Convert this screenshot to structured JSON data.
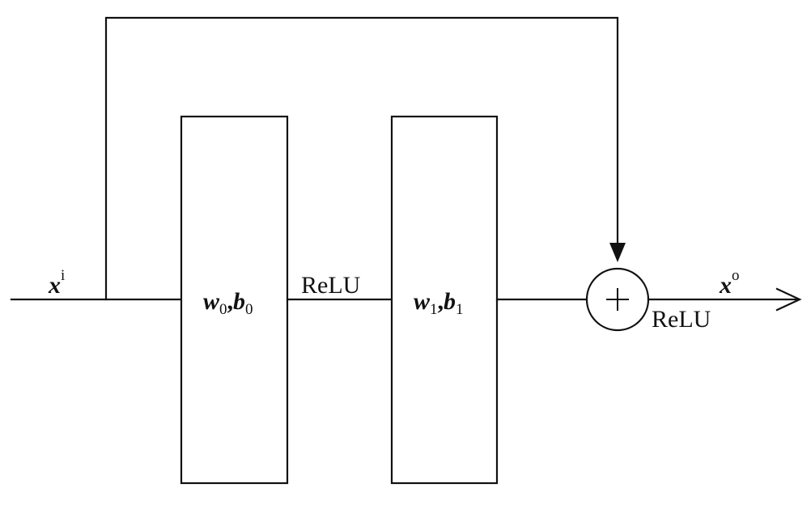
{
  "input": {
    "symbol": "x",
    "superscript": "i"
  },
  "output": {
    "symbol": "x",
    "superscript": "o"
  },
  "layer0": {
    "weight": "w",
    "weight_sub": "0",
    "sep": ",",
    "bias": "b",
    "bias_sub": "0"
  },
  "layer1": {
    "weight": "w",
    "weight_sub": "1",
    "sep": ",",
    "bias": "b",
    "bias_sub": "1"
  },
  "activation_mid": "ReLU",
  "activation_out": "ReLU",
  "sum_symbol": "+",
  "colors": {
    "stroke": "#111111",
    "background": "#ffffff"
  }
}
